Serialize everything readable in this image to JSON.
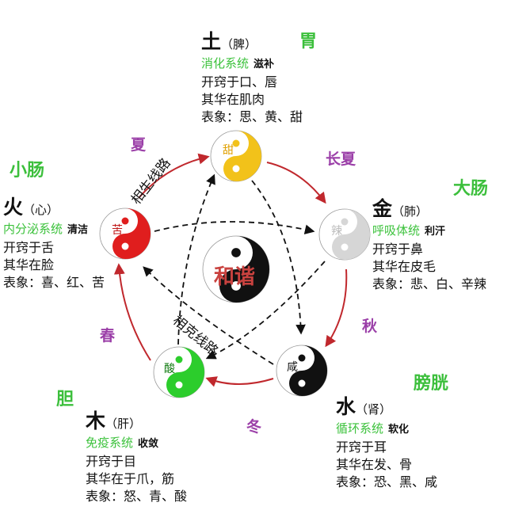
{
  "center": {
    "label": "和谐"
  },
  "routes": {
    "generating": "相生线路",
    "restraining": "相克线路"
  },
  "seasons": {
    "summer": "夏",
    "late_summer": "长夏",
    "autumn": "秋",
    "winter": "冬",
    "spring": "春"
  },
  "elements": {
    "earth": {
      "name": "土",
      "organ": "（脾）",
      "fu": "胃",
      "taste": "甜",
      "color": "#f2c21a",
      "system": "消化系统",
      "function": "滋补",
      "lines": [
        "开窍于口、唇",
        "其华在肌肉",
        "表象：思、黄、甜"
      ]
    },
    "metal": {
      "name": "金",
      "organ": "（肺）",
      "fu": "大肠",
      "taste": "辣",
      "color": "#d6d6d6",
      "system": "呼吸体统",
      "function": "利汗",
      "lines": [
        "开窍于鼻",
        "其华在皮毛",
        "表象：悲、白、辛辣"
      ]
    },
    "water": {
      "name": "水",
      "organ": "（肾）",
      "fu": "膀胱",
      "taste": "咸",
      "color": "#111111",
      "system": "循环系统",
      "function": "软化",
      "lines": [
        "开窍于耳",
        "其华在发、骨",
        "表象：恐、黑、咸"
      ]
    },
    "wood": {
      "name": "木",
      "organ": "（肝）",
      "fu": "胆",
      "taste": "酸",
      "color": "#2ccd2c",
      "system": "免疫系统",
      "function": "收敛",
      "lines": [
        "开窍于目",
        "其华在于爪，筋",
        "表象：怒、青、酸"
      ]
    },
    "fire": {
      "name": "火",
      "organ": "（心）",
      "fu": "小肠",
      "taste": "苦",
      "color": "#e01e1e",
      "system": "内分泌系统",
      "function": "清洁",
      "lines": [
        "开窍于舌",
        "其华在脸",
        "表象：喜、红、苦"
      ]
    }
  }
}
